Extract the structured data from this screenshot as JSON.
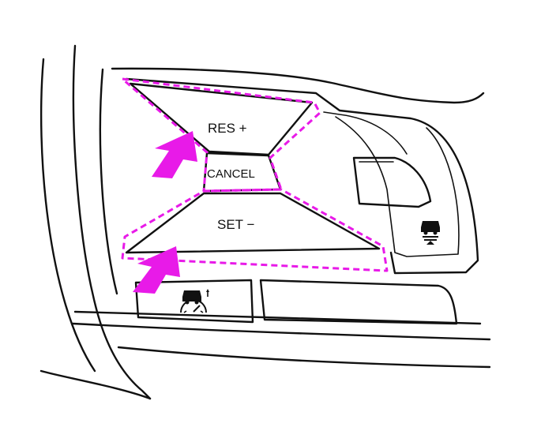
{
  "labels": {
    "res_plus": "RES +",
    "cancel": "CANCEL",
    "set_minus": "SET −"
  },
  "icons": {
    "distance": "vehicle-distance-icon",
    "cruise": "vehicle-speedometer-icon"
  },
  "colors": {
    "highlight": "#e81ae8",
    "line": "#111111",
    "background": "#ffffff"
  }
}
